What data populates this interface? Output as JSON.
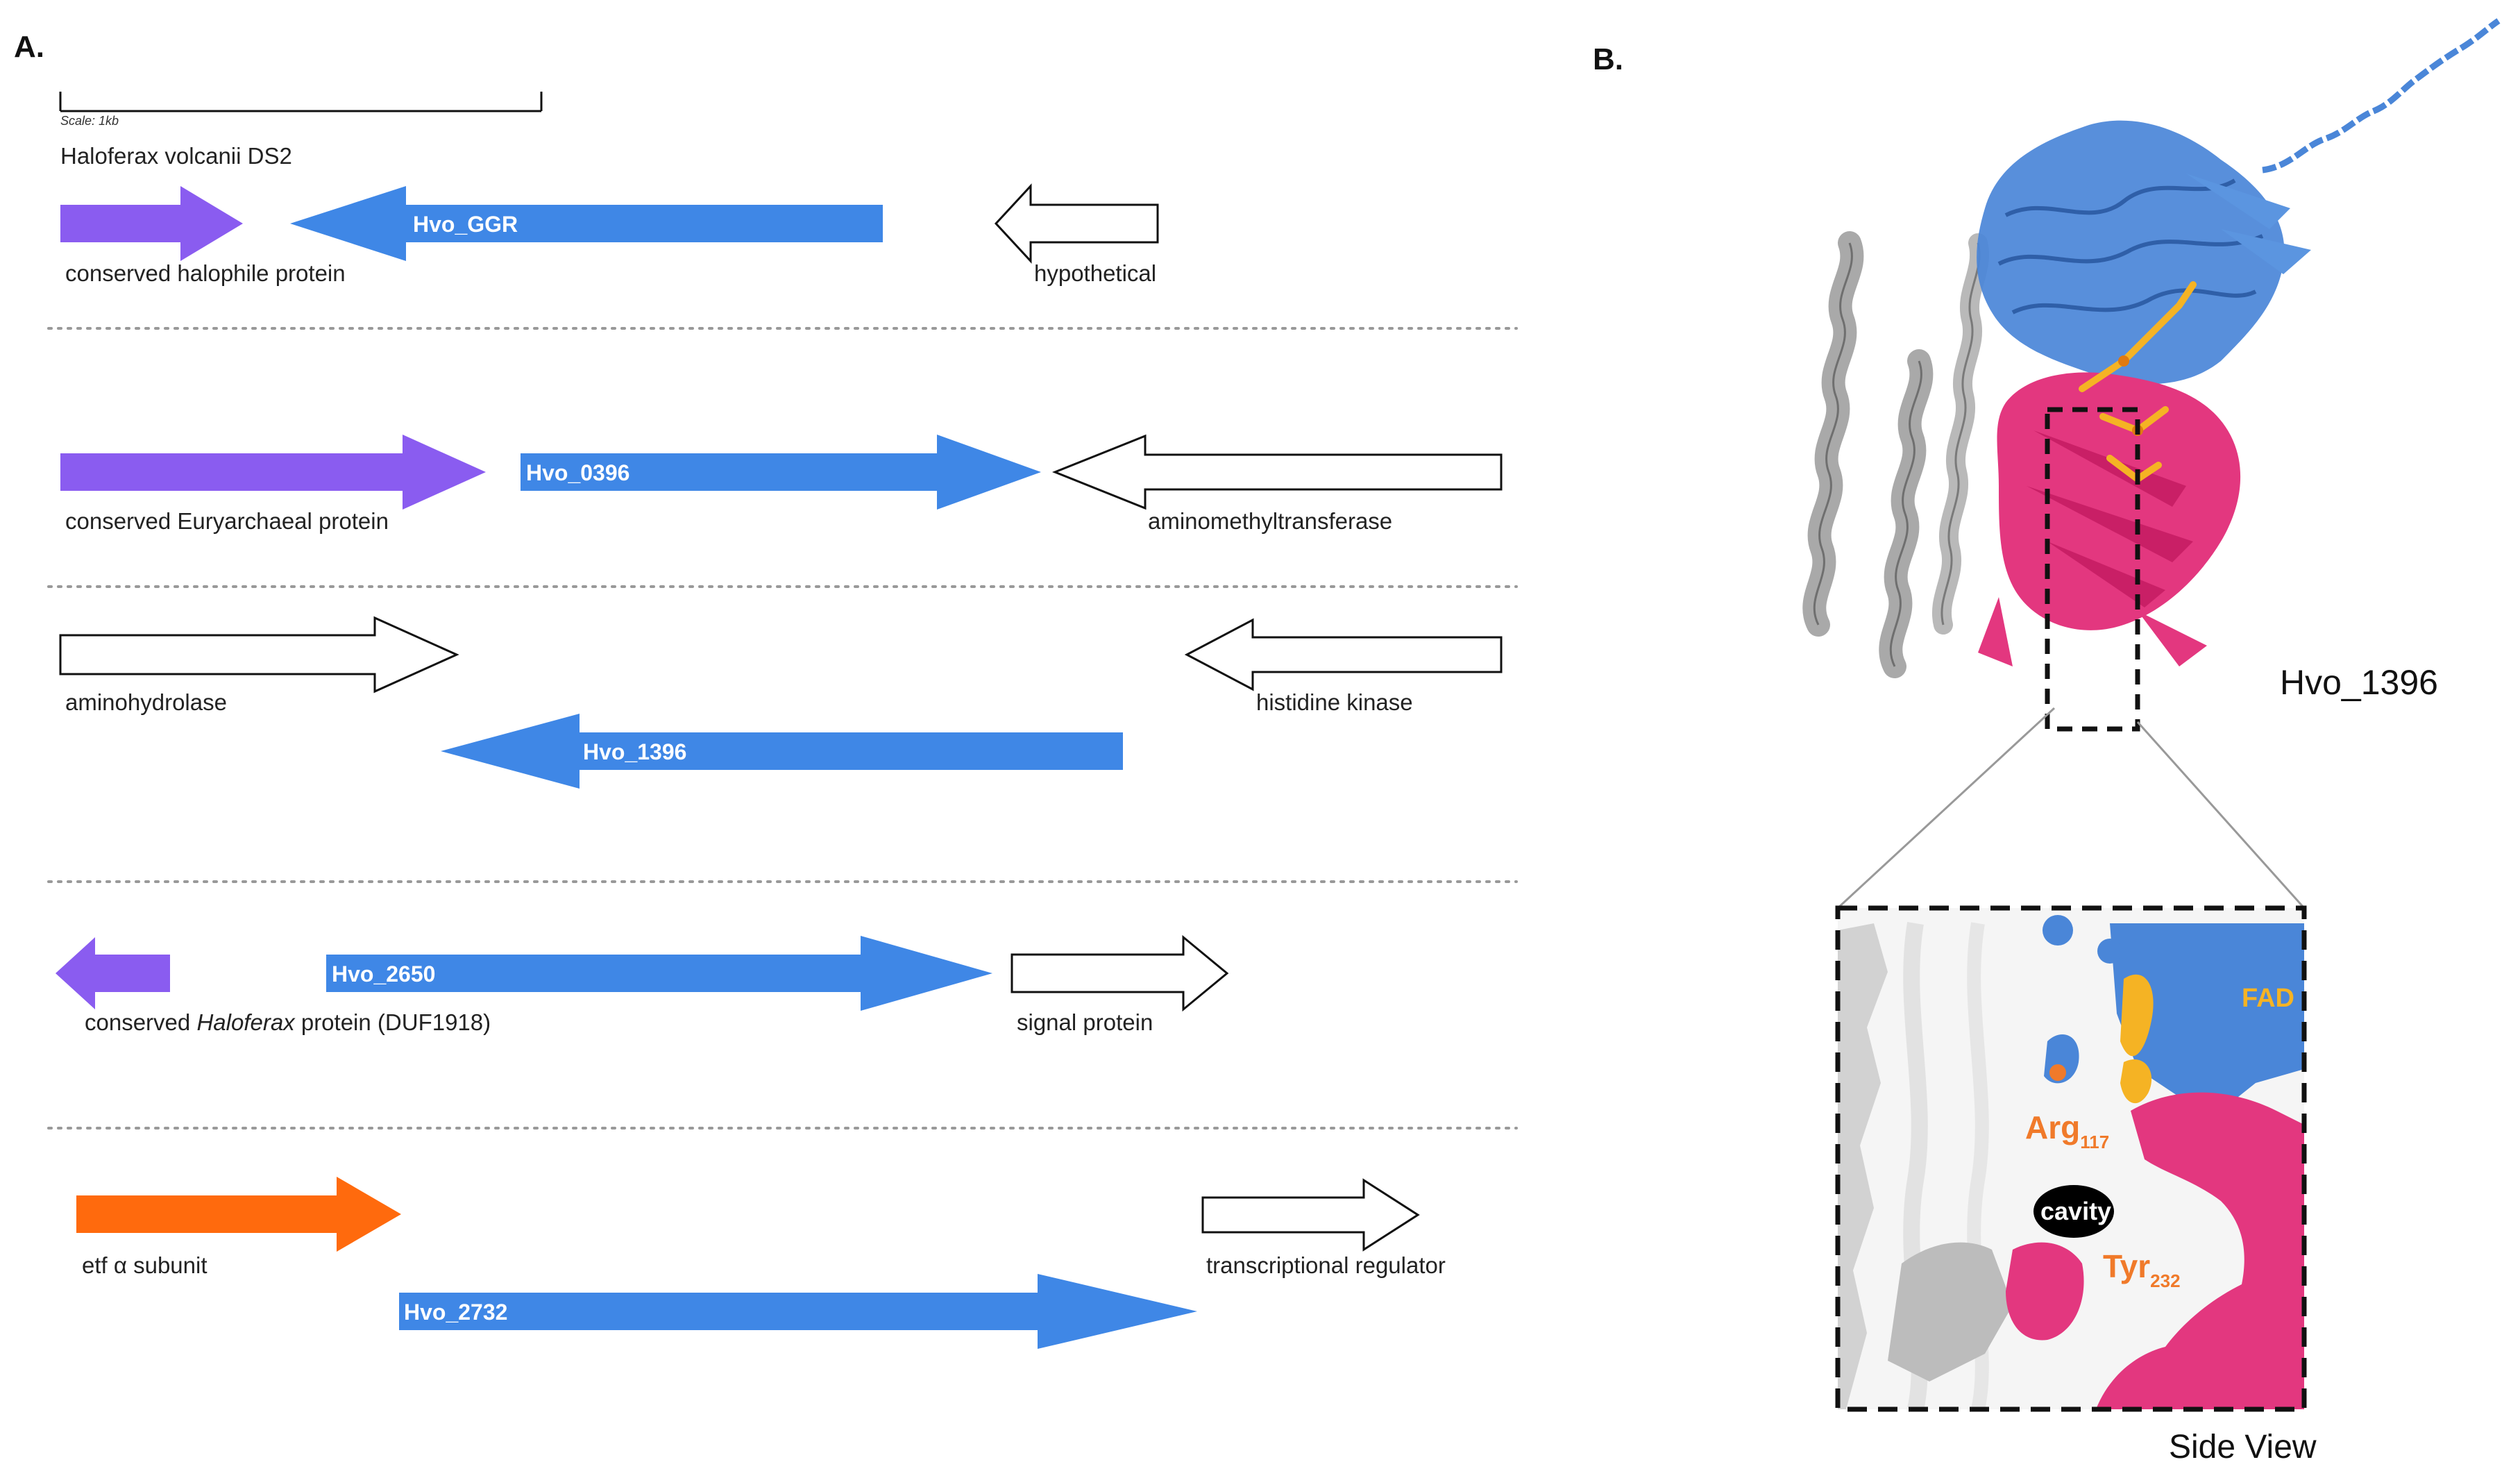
{
  "panel_a": {
    "letter": "A.",
    "scale_label": "Scale: 1kb",
    "organism": "Haloferax volcanii DS2",
    "rows": [
      {
        "genes": [
          {
            "name": "",
            "label": "conserved halophile protein",
            "color": "#8a5cf0",
            "filled": true
          },
          {
            "name": "Hvo_GGR",
            "label": "",
            "color": "#3f87e6",
            "filled": true
          },
          {
            "name": "",
            "label": "hypothetical",
            "color": "#ffffff",
            "filled": false
          }
        ]
      },
      {
        "genes": [
          {
            "name": "",
            "label": "conserved Euryarchaeal protein",
            "color": "#8a5cf0",
            "filled": true
          },
          {
            "name": "Hvo_0396",
            "label": "",
            "color": "#3f87e6",
            "filled": true
          },
          {
            "name": "",
            "label": "aminomethyltransferase",
            "color": "#ffffff",
            "filled": false
          }
        ]
      },
      {
        "genes": [
          {
            "name": "",
            "label": "aminohydrolase",
            "color": "#ffffff",
            "filled": false
          },
          {
            "name": "",
            "label": "histidine kinase",
            "color": "#ffffff",
            "filled": false
          },
          {
            "name": "Hvo_1396",
            "label": "",
            "color": "#3f87e6",
            "filled": true
          }
        ]
      },
      {
        "genes": [
          {
            "name": "",
            "label_parts": [
              "conserved ",
              "Haloferax",
              " protein (DUF1918)"
            ],
            "color": "#8a5cf0",
            "filled": true
          },
          {
            "name": "Hvo_2650",
            "label": "",
            "color": "#3f87e6",
            "filled": true
          },
          {
            "name": "",
            "label": "signal protein",
            "color": "#ffffff",
            "filled": false
          }
        ]
      },
      {
        "genes": [
          {
            "name": "",
            "label": "etf α subunit",
            "color": "#ff6a0d",
            "filled": true
          },
          {
            "name": "",
            "label": "transcriptional regulator",
            "color": "#ffffff",
            "filled": false
          },
          {
            "name": "Hvo_2732",
            "label": "",
            "color": "#3f87e6",
            "filled": true
          }
        ]
      }
    ]
  },
  "panel_b": {
    "letter": "B.",
    "protein_label": "Hvo_1396",
    "side_view_label": "Side View",
    "fad_label": "FAD",
    "arg": {
      "name": "Arg",
      "sub": "117"
    },
    "tyr": {
      "name": "Tyr",
      "sub": "232"
    },
    "cavity_label": "cavity",
    "colors": {
      "fad_domain": "#4a86d8",
      "catalytic_domain": "#e3377f",
      "membrane_helices": "#a9a9a9",
      "fad": "#f5b324",
      "residue": "#f07a2a"
    }
  }
}
